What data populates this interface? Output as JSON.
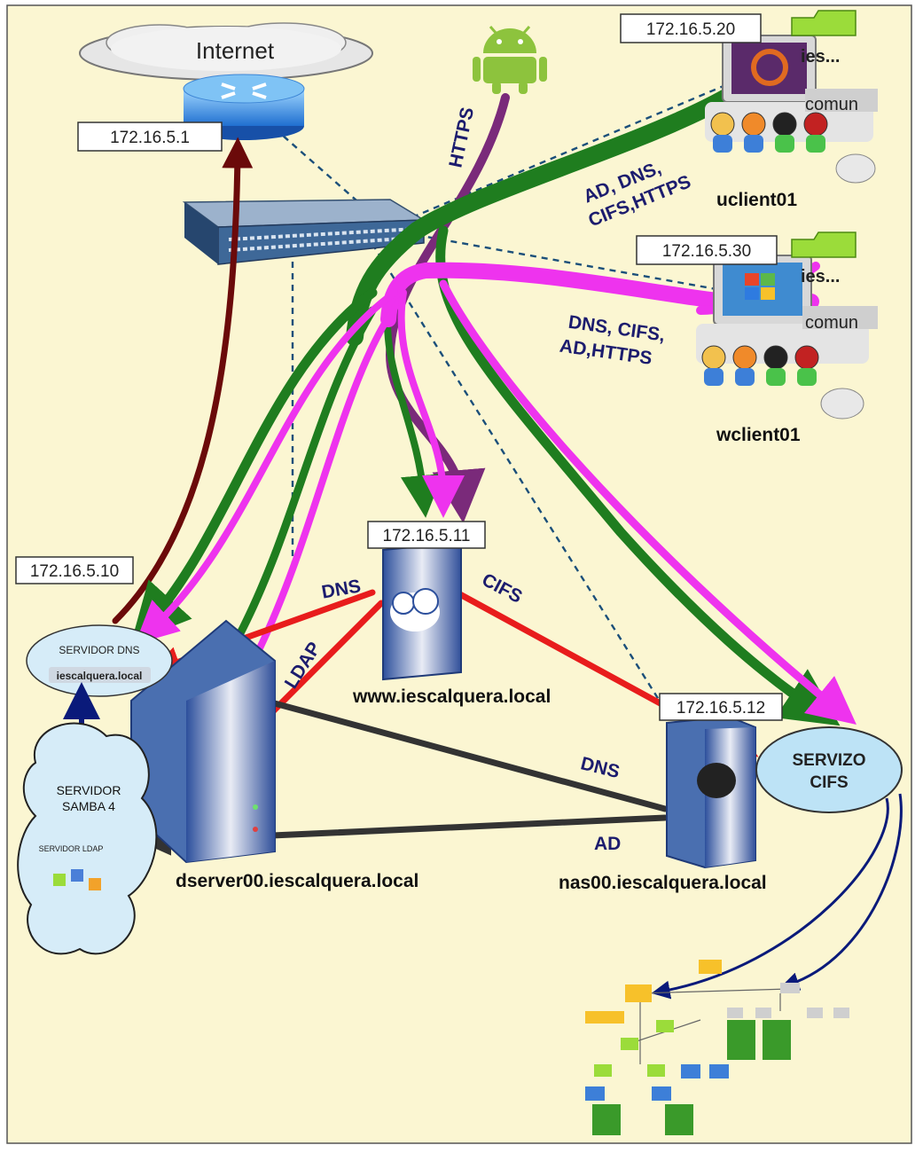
{
  "colors": {
    "background": "#fbf6d2",
    "green": "#1f7d1f",
    "magenta": "#ee33ee",
    "purple": "#7a2a7a",
    "red": "#e81c1c",
    "dark_red": "#6b0a0a",
    "dark_gray": "#333333",
    "navy": "#0a1a7a",
    "dashed_link": "#1b4f7a"
  },
  "internet": {
    "label": "Internet",
    "router_ip": "172.16.5.1",
    "icons": [
      "cloud-icon",
      "router-icon",
      "switch-icon"
    ]
  },
  "android": {
    "icon": "android-icon",
    "protocol": "HTTPS"
  },
  "uclient01": {
    "hostname": "uclient01",
    "ip": "172.16.5.20",
    "folder_ies": "ies...",
    "folder_comun": "comun",
    "protocols": "AD, DNS,\nCIFS,HTTPS",
    "protocols_line1": "AD, DNS,",
    "protocols_line2": "CIFS,HTTPS",
    "icons": [
      "ubuntu-monitor-icon",
      "users-icon",
      "mouse-icon",
      "folder-icon"
    ]
  },
  "wclient01": {
    "hostname": "wclient01",
    "ip": "172.16.5.30",
    "folder_ies": "ies...",
    "folder_comun": "comun",
    "protocols_line1": "DNS, CIFS,",
    "protocols_line2": "AD,HTTPS",
    "icons": [
      "windows-monitor-icon",
      "users-icon",
      "mouse-icon",
      "folder-icon"
    ]
  },
  "www_server": {
    "hostname": "www.iescalquera.local",
    "ip": "172.16.5.11",
    "links": {
      "to_dserver": "DNS",
      "to_nas": "CIFS",
      "ldap": "LDAP"
    }
  },
  "dserver": {
    "hostname": "dserver00.iescalquera.local",
    "ip": "172.16.5.10",
    "dns_cloud_title": "SERVIDOR DNS",
    "dns_zone": "iescalquera.local",
    "samba_title_line1": "SERVIDOR",
    "samba_title_line2": "SAMBA 4",
    "ldap_title": "SERVIDOR LDAP"
  },
  "nas": {
    "hostname": "nas00.iescalquera.local",
    "ip": "172.16.5.12",
    "cifs_line1": "SERVIZO",
    "cifs_line2": "CIFS",
    "links": {
      "dns": "DNS",
      "ad": "AD"
    }
  }
}
